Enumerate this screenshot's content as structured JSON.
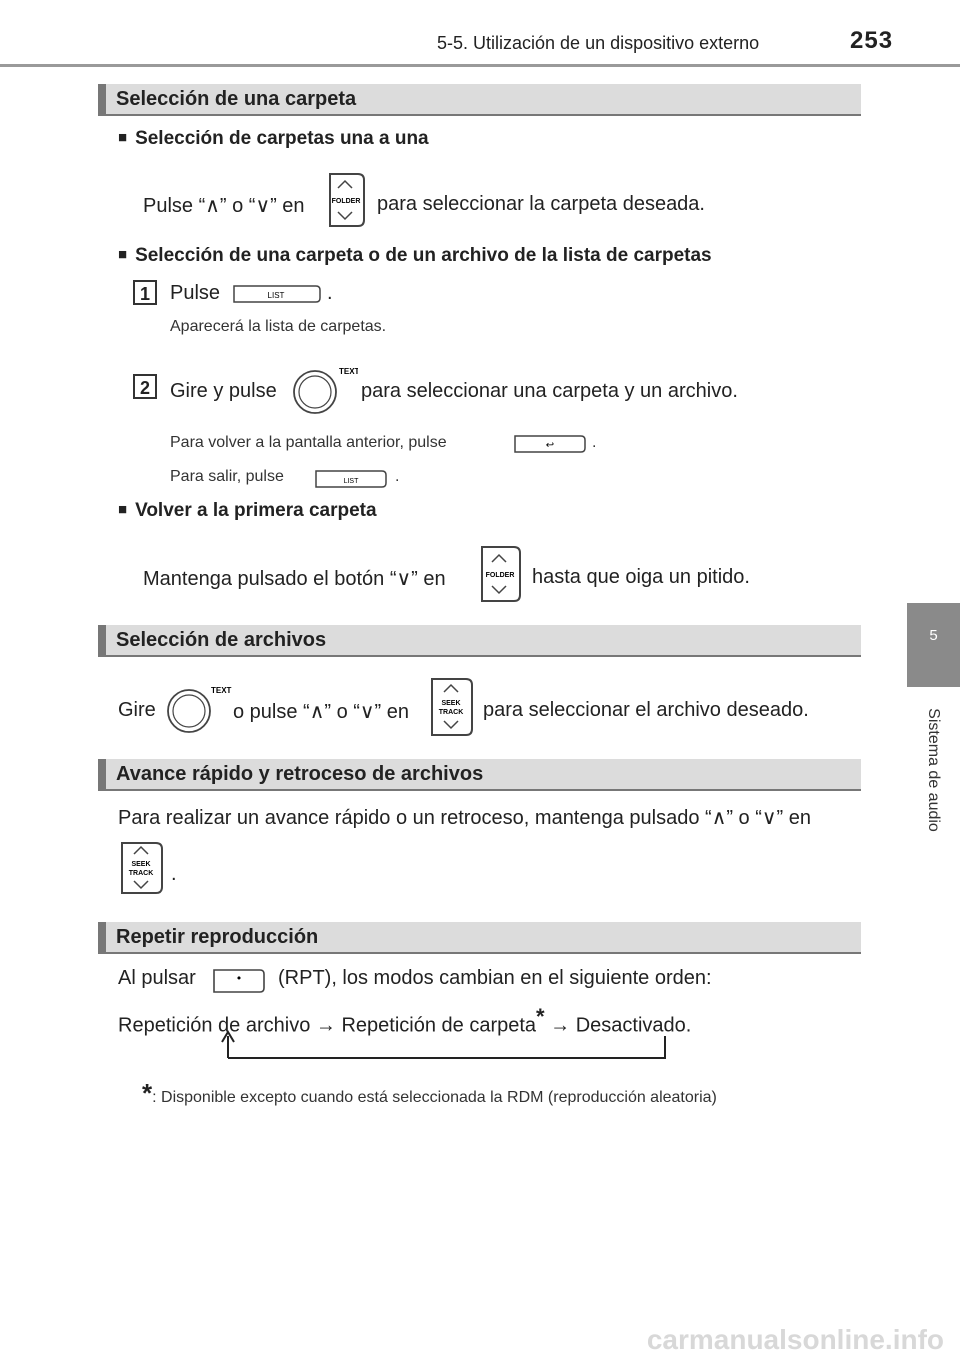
{
  "header": {
    "title": "5-5. Utilización de un dispositivo externo",
    "page": "253"
  },
  "side_tab": {
    "number": "5",
    "label": "Sistema de audio"
  },
  "icons": {
    "folder": "FOLDER",
    "list": "LIST",
    "text": "TEXT",
    "seek1": "SEEK",
    "seek2": "TRACK",
    "back_arrow": "↩",
    "dot": "•"
  },
  "sections": {
    "folder": {
      "title": "Selección de una carpeta"
    },
    "files": {
      "title": "Selección de archivos"
    },
    "ffwd": {
      "title": "Avance rápido y retroceso de archivos"
    },
    "repeat": {
      "title": "Repetir reproducción"
    }
  },
  "folder": {
    "sub1": "Selección de carpetas una a una",
    "sub1_a": "Pulse “∧” o “∨” en",
    "sub1_b": "para seleccionar la carpeta deseada.",
    "sub2": "Selección de una carpeta o de un archivo de la lista de carpetas",
    "step1_num": "1",
    "step1_a": "Pulse",
    "step1_b": ".",
    "step1_note": "Aparecerá la lista de carpetas.",
    "step2_num": "2",
    "step2_a": "Gire y pulse",
    "step2_b": "para seleccionar una carpeta y un archivo.",
    "back_a": "Para volver a la pantalla anterior, pulse",
    "back_b": ".",
    "exit_a": "Para salir, pulse",
    "exit_b": ".",
    "sub3": "Volver a la primera carpeta",
    "sub3_a": "Mantenga pulsado el botón “∨” en",
    "sub3_b": "hasta que oiga un pitido."
  },
  "files": {
    "a": "Gire",
    "b": "o pulse “∧” o “∨” en",
    "c": "para seleccionar el archivo deseado."
  },
  "ffwd": {
    "text": "Para realizar un avance rápido o un retroceso, mantenga pulsado “∧” o “∨” en",
    "end": "."
  },
  "repeat": {
    "a": "Al pulsar",
    "b": "(RPT), los modos cambian en el siguiente orden:",
    "seq_1": "Repetición de archivo",
    "arrow": "→",
    "seq_2": "Repetición de carpeta",
    "star": "*",
    "seq_3": "Desactivado.",
    "footnote_star": "*",
    "footnote": ": Disponible excepto cuando está seleccionada la RDM (reproducción aleatoria)"
  },
  "watermark": "carmanualsonline.info"
}
